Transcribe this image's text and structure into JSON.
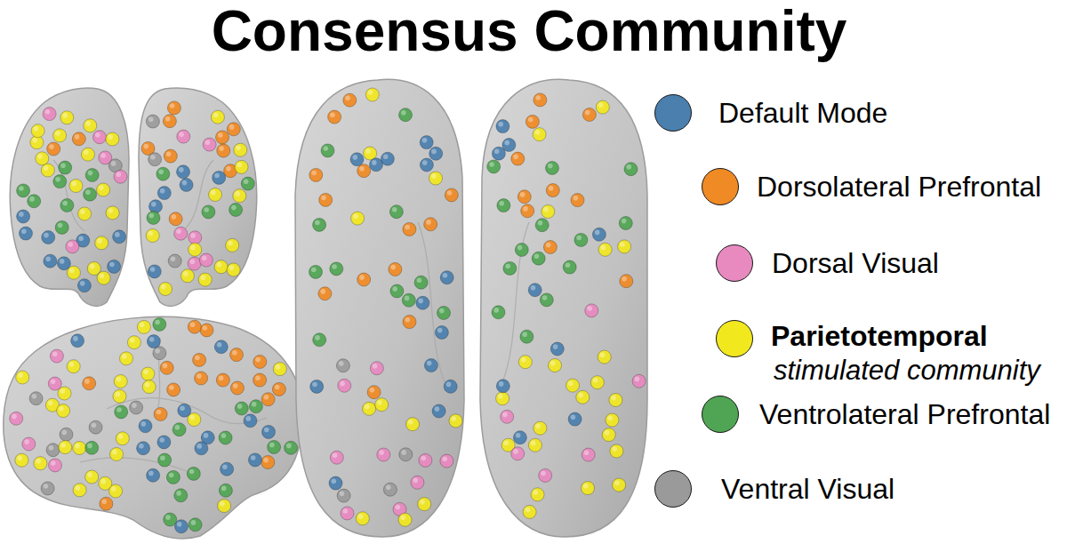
{
  "diagram": {
    "title": "Consensus Community",
    "labels": [
      "stimulated community"
    ],
    "legend": [
      {
        "text": "Default Mode",
        "color": "#4a7fae"
      },
      {
        "text": "Dorsolateral Prefrontal",
        "color": "#f08a24"
      },
      {
        "text": "Dorsal Visual",
        "color": "#e889c0"
      },
      {
        "text": "Parietotemporal",
        "color": "#f2e81e"
      },
      {
        "text": "Ventrolateral Prefrontal",
        "color": "#4fa553"
      },
      {
        "text": "Ventral Visual",
        "color": "#9a9a9a"
      }
    ]
  }
}
